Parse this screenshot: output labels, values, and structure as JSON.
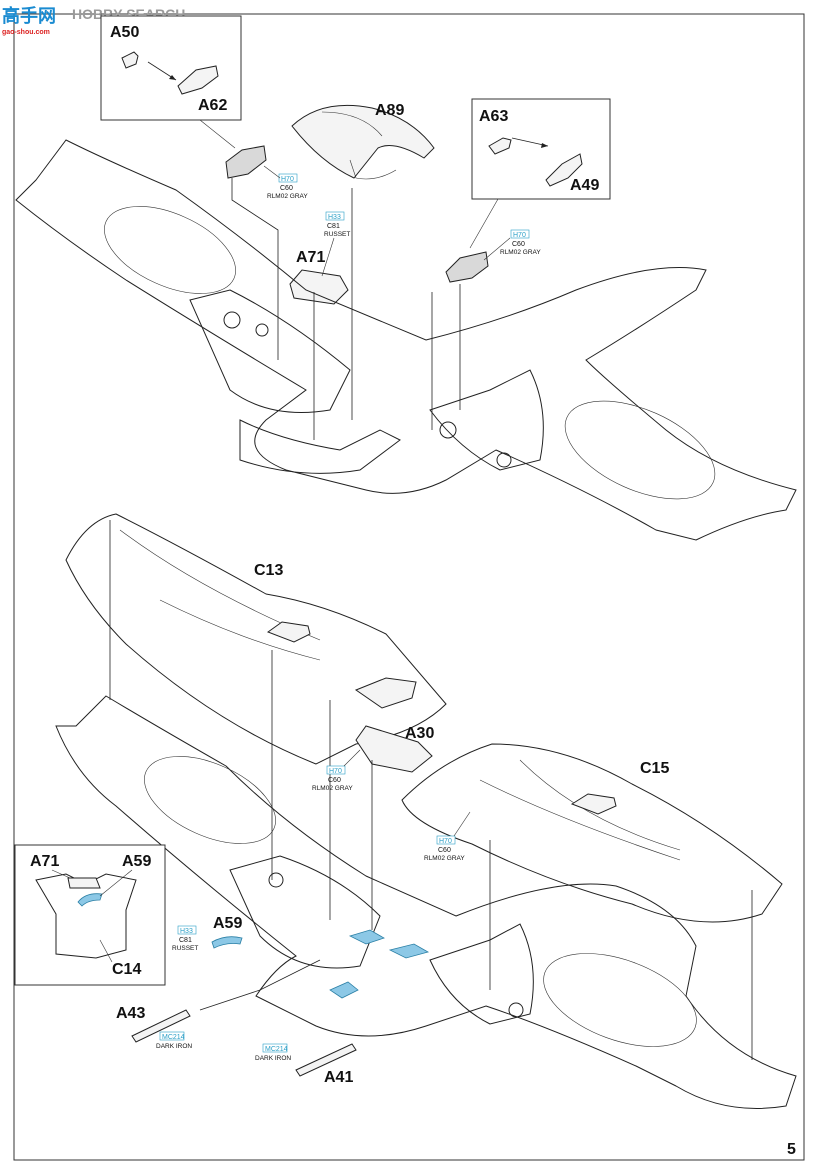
{
  "watermark": {
    "chars": "高手网",
    "sub": "gao-shou.com",
    "text": "HOBBY SEARCH"
  },
  "page_number": "5",
  "parts": {
    "a50": "A50",
    "a62": "A62",
    "a89": "A89",
    "a63": "A63",
    "a49": "A49",
    "a71_top": "A71",
    "c13": "C13",
    "a30": "A30",
    "c15": "C15",
    "a71_inset": "A71",
    "a59_inset": "A59",
    "c14": "C14",
    "a59": "A59",
    "a43": "A43",
    "a41": "A41"
  },
  "colors": {
    "c1": {
      "gunze_h": "H70",
      "gunze_c": "C60",
      "name": "RLM02 GRAY"
    },
    "c2": {
      "gunze_h": "H33",
      "gunze_c": "C81",
      "name": "RUSSET"
    },
    "c3": {
      "gunze_h": "H70",
      "gunze_c": "C60",
      "name": "RLM02 GRAY"
    },
    "c4": {
      "gunze_h": "H70",
      "gunze_c": "C60",
      "name": "RLM02 GRAY"
    },
    "c5": {
      "gunze_h": "H70",
      "gunze_c": "C60",
      "name": "RLM02 GRAY"
    },
    "c6": {
      "gunze_h": "H33",
      "gunze_c": "C81",
      "name": "RUSSET"
    },
    "c7": {
      "mr_color": "MC214",
      "name": "DARK IRON"
    },
    "c8": {
      "mr_color": "MC214",
      "name": "DARK IRON"
    }
  },
  "accent_colors": {
    "code_blue": "#2a9fc7",
    "highlight_blue": "#8cc8e6",
    "line": "#222222"
  }
}
